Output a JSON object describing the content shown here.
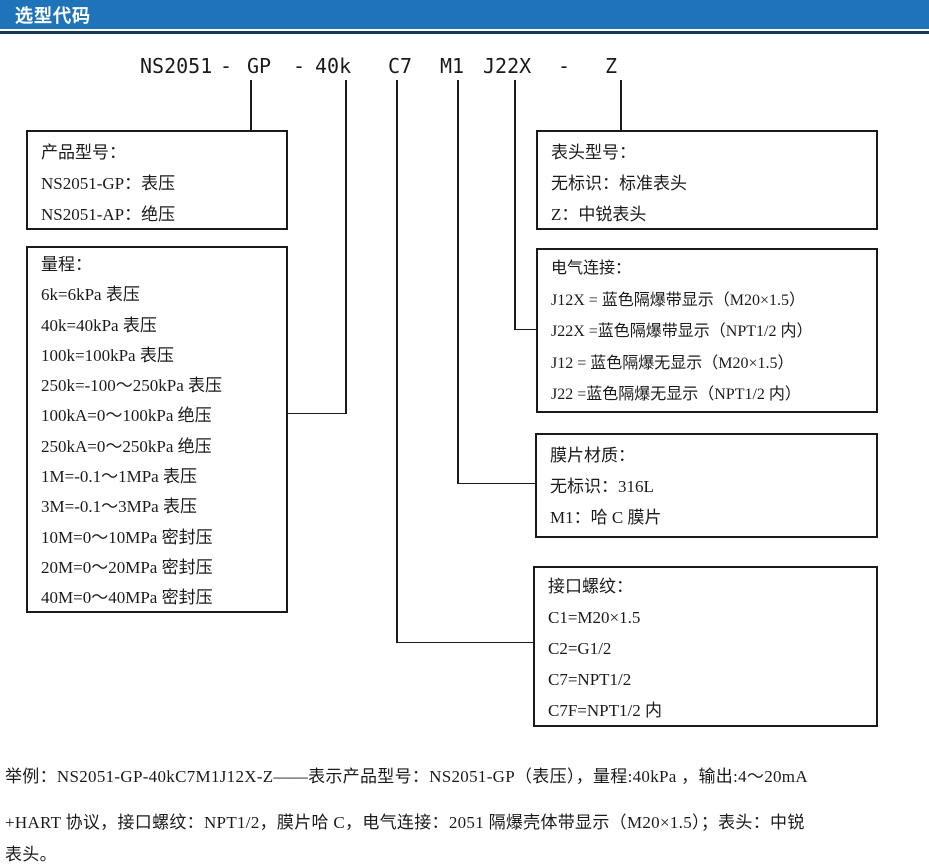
{
  "header": {
    "title": "选型代码"
  },
  "code": {
    "segments": [
      "NS2051",
      "-",
      "GP",
      "-",
      "40k",
      "C7",
      "M1",
      "J22X",
      "-",
      "Z"
    ]
  },
  "boxes": {
    "product_model": {
      "title": "产品型号：",
      "lines": [
        "NS2051-GP：表压",
        "NS2051-AP：绝压"
      ]
    },
    "range": {
      "title": "量程：",
      "lines": [
        "6k=6kPa 表压",
        "40k=40kPa 表压",
        "100k=100kPa 表压",
        "250k=-100～250kPa 表压",
        "100kA=0～100kPa 绝压",
        "250kA=0～250kPa 绝压",
        "1M=-0.1～1MPa 表压",
        "3M=-0.1～3MPa 表压",
        "10M=0～10MPa 密封压",
        "20M=0～20MPa 密封压",
        "40M=0～40MPa 密封压"
      ]
    },
    "display_head": {
      "title": "表头型号：",
      "lines": [
        "无标识：标准表头",
        "Z：中锐表头"
      ]
    },
    "electrical": {
      "title": "电气连接：",
      "lines": [
        "J12X = 蓝色隔爆带显示（M20×1.5）",
        "J22X =蓝色隔爆带显示（NPT1/2 内）",
        "J12 = 蓝色隔爆无显示（M20×1.5）",
        "J22 =蓝色隔爆无显示（NPT1/2 内）"
      ]
    },
    "diaphragm": {
      "title": "膜片材质：",
      "lines": [
        "无标识：316L",
        "M1：哈 C 膜片"
      ]
    },
    "thread": {
      "title": "接口螺纹：",
      "lines": [
        "C1=M20×1.5",
        "C2=G1/2",
        "C7=NPT1/2",
        "C7F=NPT1/2 内"
      ]
    }
  },
  "example": {
    "lines": [
      "举例：NS2051-GP-40kC7M1J12X-Z——表示产品型号：NS2051-GP（表压），量程:40kPa ，输出:4～20mA",
      "+HART 协议，接口螺纹：NPT1/2，膜片哈 C，电气连接：2051 隔爆壳体带显示（M20×1.5）；表头：中锐",
      "表头。"
    ]
  },
  "colors": {
    "header_bg": "#1e73b9",
    "header_rule": "#17365d",
    "text": "#1a1a1a",
    "box_border": "#1a1a1a",
    "header_text": "#ffffff"
  }
}
